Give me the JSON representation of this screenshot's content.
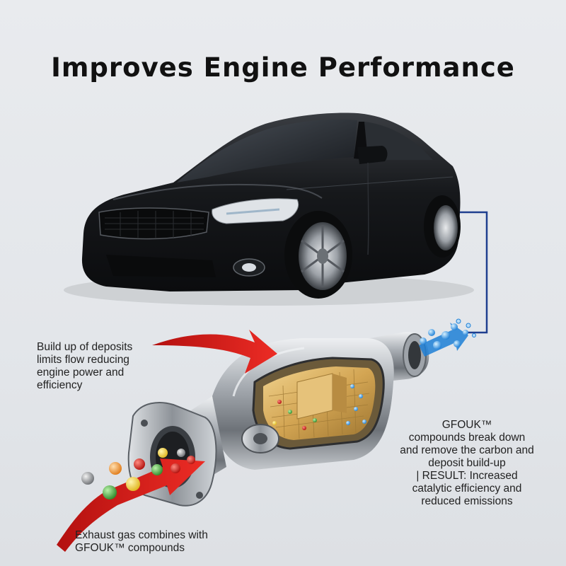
{
  "title": "Improves Engine Performance",
  "callouts": {
    "deposits": [
      "Build up of deposits",
      "limits flow reducing",
      "engine power and",
      "efficiency"
    ],
    "result": [
      "GFOUK™",
      "compounds break down",
      "and remove the carbon and",
      "deposit build-up",
      "| RESULT: Increased",
      "catalytic efficiency and",
      "reduced emissions"
    ],
    "exhaust": [
      "Exhaust gas combines with",
      "GFOUK™ compounds"
    ]
  },
  "colors": {
    "arrow_red": "#d9201f",
    "connector_blue": "#1f3f8f",
    "car_body": "#141619",
    "metal": "#b7bbc0",
    "honeycomb": "#c9a04d",
    "bubble_blue": "#2a8be0"
  },
  "icons": [
    "car-illustration",
    "catalytic-converter-illustration",
    "red-arrow-icon",
    "blue-bubble-stream-icon"
  ]
}
